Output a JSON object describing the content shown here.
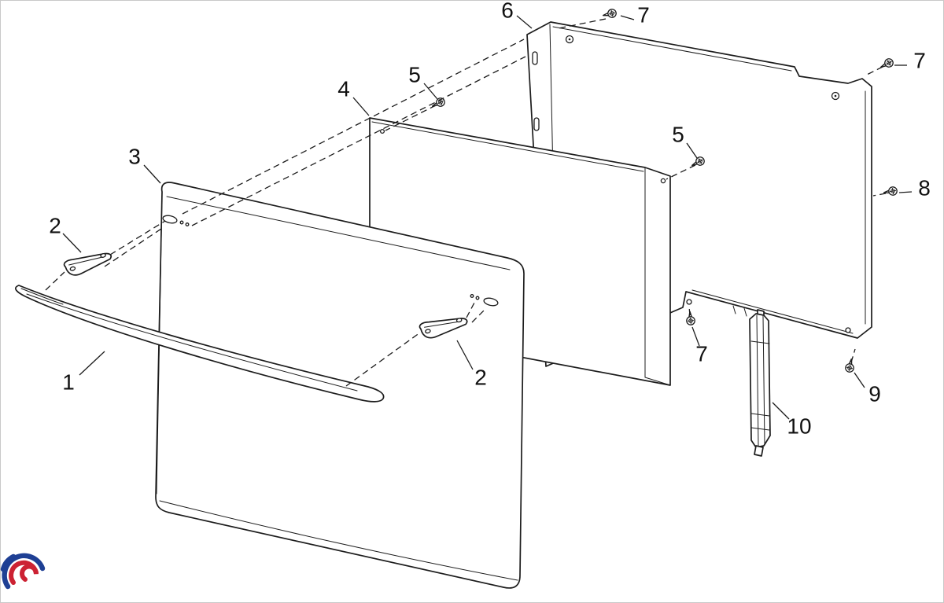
{
  "page": {
    "background": "#ffffff",
    "stroke_color": "#1c1c1c",
    "border_color": "#c9c9c9"
  },
  "diagram": {
    "callouts": [
      {
        "label": "1"
      },
      {
        "label": "2"
      },
      {
        "label": "2"
      },
      {
        "label": "3"
      },
      {
        "label": "4"
      },
      {
        "label": "5"
      },
      {
        "label": "5"
      },
      {
        "label": "6"
      },
      {
        "label": "7"
      },
      {
        "label": "7"
      },
      {
        "label": "7"
      },
      {
        "label": "8"
      },
      {
        "label": "9"
      },
      {
        "label": "10"
      }
    ]
  },
  "logo": {
    "blue": "#1e3f94",
    "red": "#cc2233"
  }
}
